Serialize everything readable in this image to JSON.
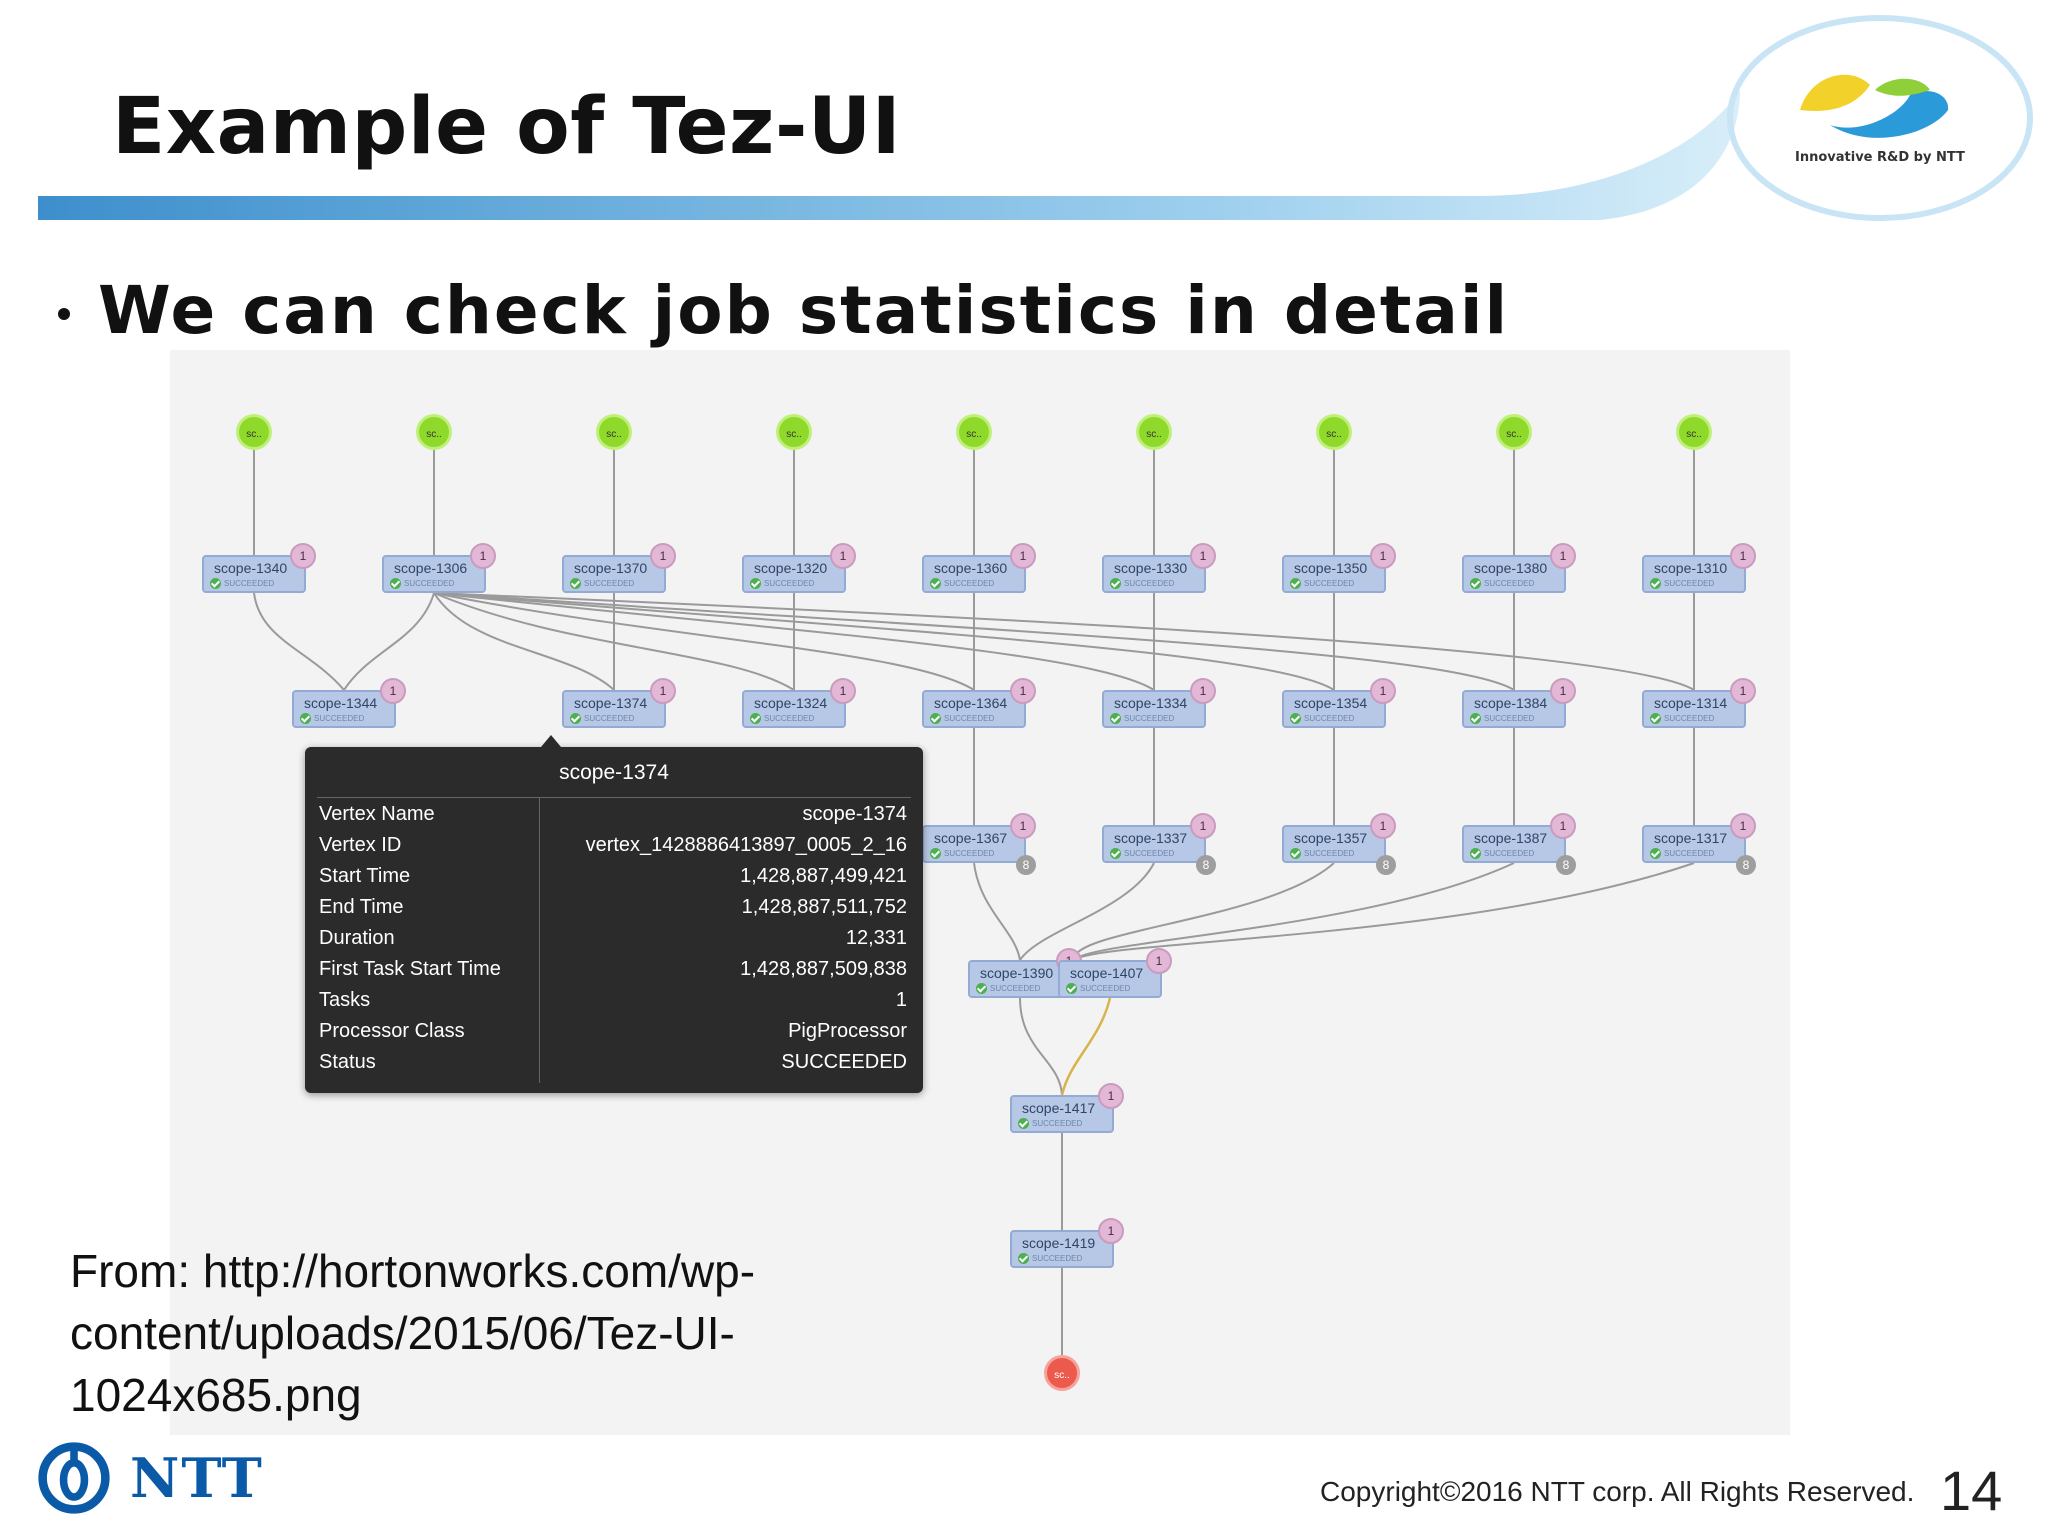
{
  "slide": {
    "title": "Example of Tez-UI",
    "bullet": "We can check job statistics in detail",
    "logo_tagline": "Innovative R&D by NTT",
    "source_text": "From: http://hortonworks.com/wp-content/uploads/2015/06/Tez-UI-1024x685.png",
    "company_logo_text": "NTT",
    "copyright": "Copyright©2016  NTT corp. All Rights Reserved.",
    "page_number": "14"
  },
  "dag": {
    "source_label": "sc..",
    "sink_label": "sc..",
    "status_text": "SUCCEEDED",
    "row1": [
      {
        "name": "scope-1340",
        "badge": "1"
      },
      {
        "name": "scope-1306",
        "badge": "1"
      },
      {
        "name": "scope-1370",
        "badge": "1"
      },
      {
        "name": "scope-1320",
        "badge": "1"
      },
      {
        "name": "scope-1360",
        "badge": "1"
      },
      {
        "name": "scope-1330",
        "badge": "1"
      },
      {
        "name": "scope-1350",
        "badge": "1"
      },
      {
        "name": "scope-1380",
        "badge": "1"
      },
      {
        "name": "scope-1310",
        "badge": "1"
      }
    ],
    "row2": [
      {
        "name": "scope-1344",
        "badge": "1"
      },
      {
        "name": "scope-1374",
        "badge": "1"
      },
      {
        "name": "scope-1324",
        "badge": "1"
      },
      {
        "name": "scope-1364",
        "badge": "1"
      },
      {
        "name": "scope-1334",
        "badge": "1"
      },
      {
        "name": "scope-1354",
        "badge": "1"
      },
      {
        "name": "scope-1384",
        "badge": "1"
      },
      {
        "name": "scope-1314",
        "badge": "1"
      }
    ],
    "row3": [
      {
        "name": "scope-1367",
        "badge": "1",
        "tasks": "8"
      },
      {
        "name": "scope-1337",
        "badge": "1",
        "tasks": "8"
      },
      {
        "name": "scope-1357",
        "badge": "1",
        "tasks": "8"
      },
      {
        "name": "scope-1387",
        "badge": "1",
        "tasks": "8"
      },
      {
        "name": "scope-1317",
        "badge": "1",
        "tasks": "8"
      }
    ],
    "row4": [
      {
        "name": "scope-1390",
        "badge": "1"
      },
      {
        "name": "scope-1407",
        "badge": "1"
      }
    ],
    "row5": [
      {
        "name": "scope-1417",
        "badge": "1"
      }
    ],
    "row6": [
      {
        "name": "scope-1419",
        "badge": "1"
      }
    ]
  },
  "tooltip": {
    "title": "scope-1374",
    "rows": [
      {
        "label": "Vertex Name",
        "value": "scope-1374"
      },
      {
        "label": "Vertex ID",
        "value": "vertex_1428886413897_0005_2_16"
      },
      {
        "label": "Start Time",
        "value": "1,428,887,499,421"
      },
      {
        "label": "End Time",
        "value": "1,428,887,511,752"
      },
      {
        "label": "Duration",
        "value": "12,331"
      },
      {
        "label": "First Task Start Time",
        "value": "1,428,887,509,838"
      },
      {
        "label": "Tasks",
        "value": "1"
      },
      {
        "label": "Processor Class",
        "value": "PigProcessor"
      },
      {
        "label": "Status",
        "value": "SUCCEEDED"
      }
    ]
  },
  "colors": {
    "banner_blue": "#5aa6d6",
    "node_fill": "#b7c8e6",
    "source_green": "#8fd92b",
    "sink_red": "#ec5a4e",
    "tooltip_bg": "#2b2b2b",
    "ntt_blue": "#0a5aa8"
  }
}
